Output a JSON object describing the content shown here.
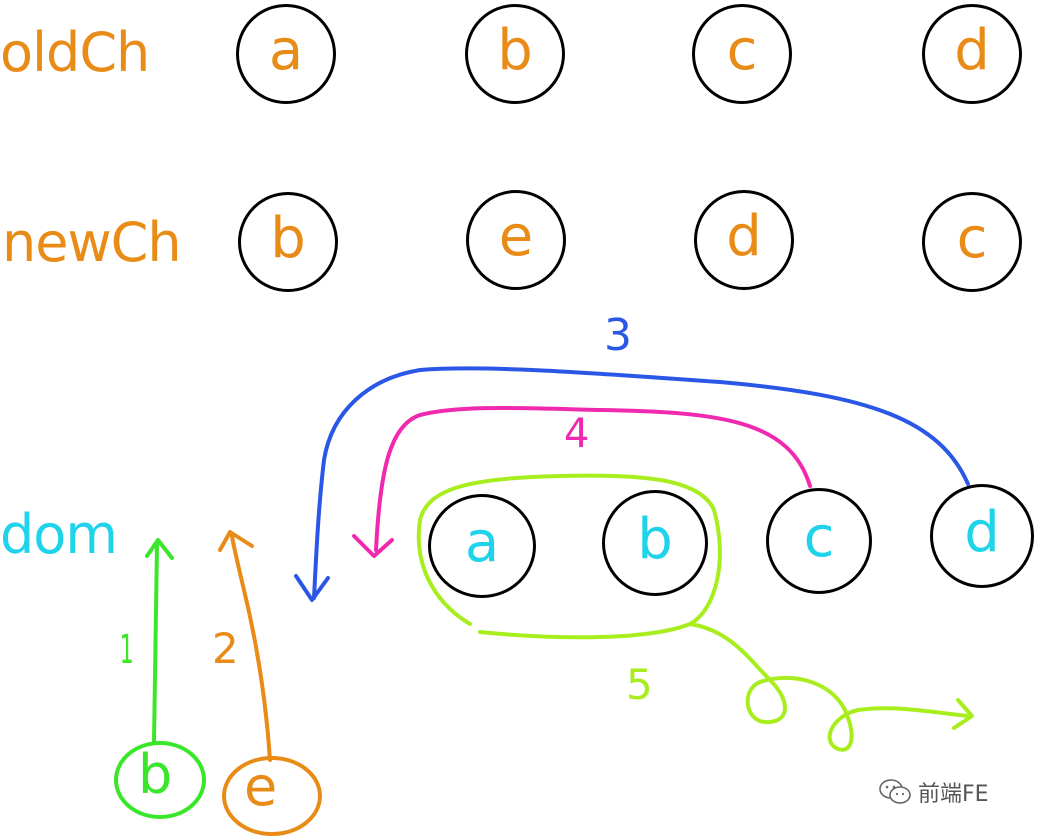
{
  "colors": {
    "orange": "#e88c17",
    "cyan": "#1fd3ea",
    "blue": "#2a57e6",
    "magenta": "#f02aae",
    "lime": "#a8ee1f",
    "green": "#3ae62a",
    "black": "#000000"
  },
  "rows": {
    "oldCh": {
      "label": "oldCh",
      "nodes": [
        "a",
        "b",
        "c",
        "d"
      ]
    },
    "newCh": {
      "label": "newCh",
      "nodes": [
        "b",
        "e",
        "d",
        "c"
      ]
    },
    "dom": {
      "label": "dom",
      "nodes": [
        "a",
        "b",
        "c",
        "d"
      ]
    }
  },
  "steps": {
    "step1": "1",
    "step2": "2",
    "step3": "3",
    "step4": "4",
    "step5": "5"
  },
  "inserted": {
    "b": "b",
    "e": "e"
  },
  "watermark": {
    "text": "前端FE",
    "icon": "wechat-icon"
  }
}
